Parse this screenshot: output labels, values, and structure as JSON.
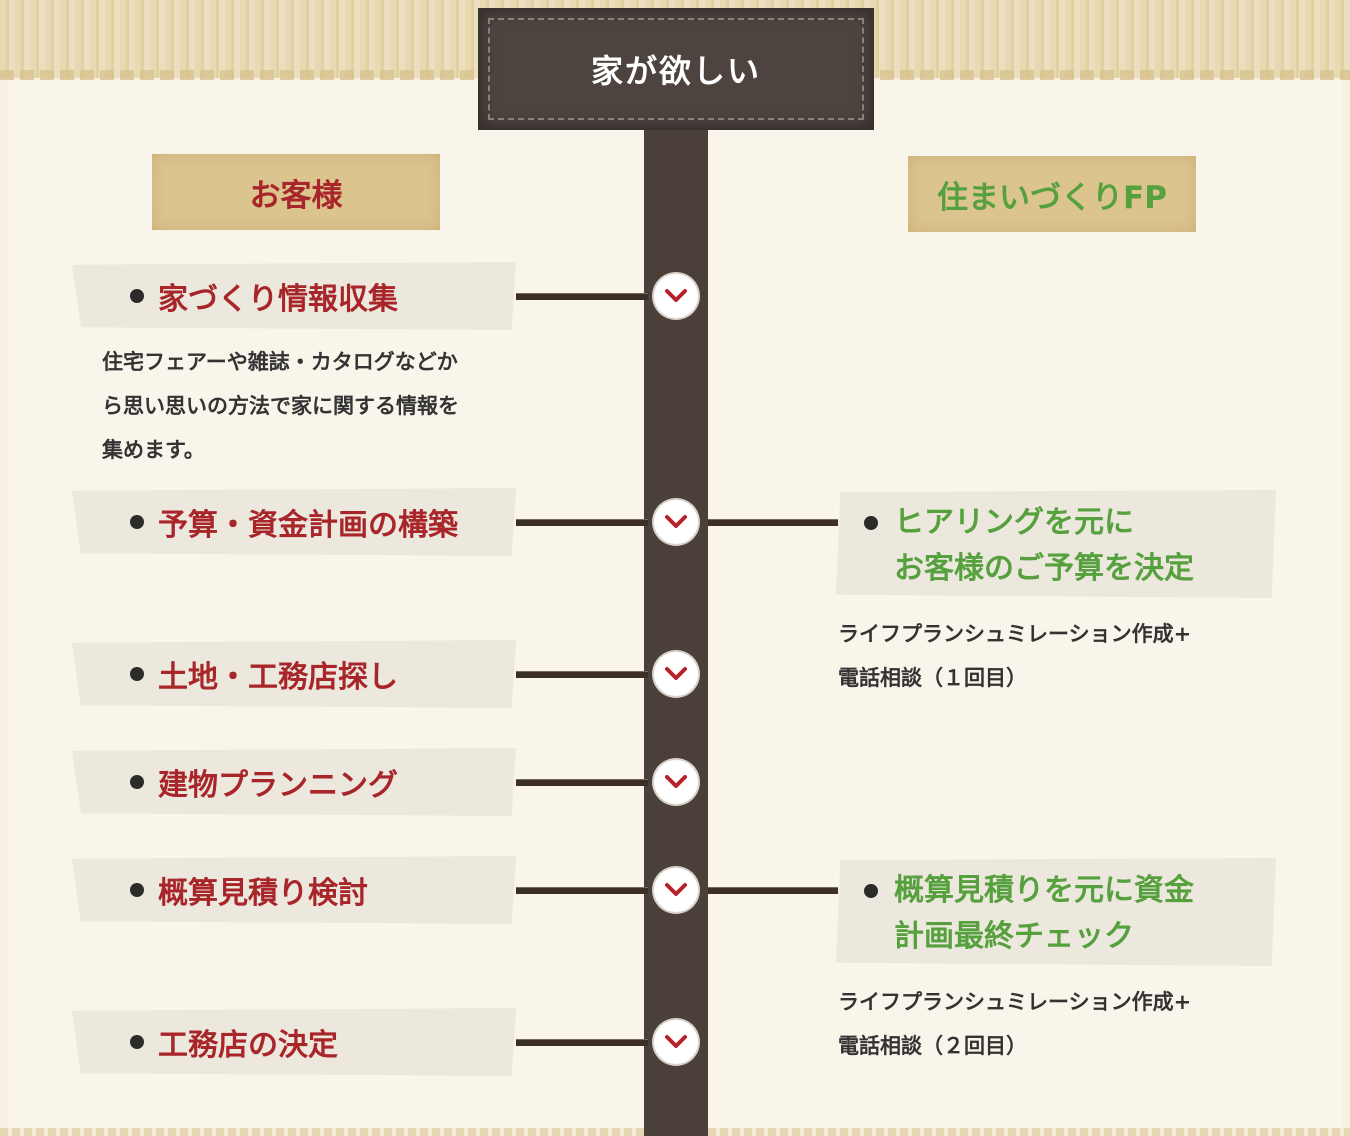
{
  "sign": {
    "title": "家が欲しい"
  },
  "columns": {
    "customer": "お客様",
    "fp": "住まいづくりFP"
  },
  "customer_steps": [
    {
      "label": "家づくり情報収集"
    },
    {
      "label": "予算・資金計画の構築"
    },
    {
      "label": "土地・工務店探し"
    },
    {
      "label": "建物プランニング"
    },
    {
      "label": "概算見積り検討"
    },
    {
      "label": "工務店の決定"
    }
  ],
  "customer_note": {
    "lines": [
      "住宅フェアーや雑誌・カタログなどか",
      "ら思い思いの方法で家に関する情報を",
      "集めます。"
    ]
  },
  "fp_items": [
    {
      "lines": [
        "ヒアリングを元に",
        "お客様のご予算を決定"
      ],
      "note": [
        "ライフプランシュミレーション作成+",
        "電話相談（１回目）"
      ]
    },
    {
      "lines": [
        "概算見積りを元に資金",
        "計画最終チェック"
      ],
      "note": [
        "ライフプランシュミレーション作成+",
        "電話相談（２回目）"
      ]
    }
  ],
  "colors": {
    "customer_text": "#a8262a",
    "fp_text": "#56a03e",
    "post": "#4a3f39",
    "tag_bg": "#dcc48e"
  },
  "icons": {
    "step_connector": "chevron-down-icon",
    "bullet": "bullet-dot-icon"
  }
}
